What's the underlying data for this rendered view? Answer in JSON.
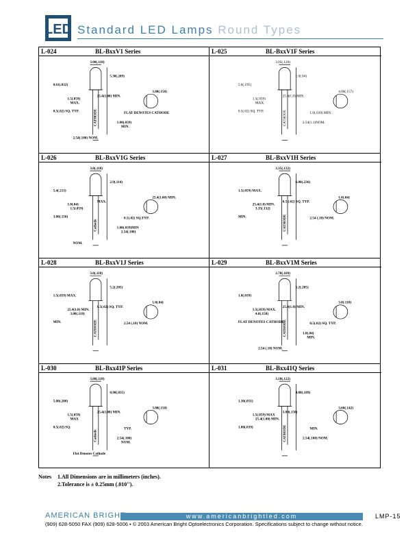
{
  "header": {
    "logo_text": "LED",
    "title_main": "Standard LED Lamps",
    "title_sub": "Round Types"
  },
  "cells": [
    {
      "code": "L-024",
      "series": "BL-BxxV1 Series",
      "dims": [
        "3.00(.118)",
        "5.30(.209)",
        "0.61(.032)",
        "1.5(.059)",
        "MAX.",
        "25.4(1.00) MIN.",
        "3.80(.150)",
        "0.5(.02) SQ. TYP.",
        "FLAT DENOTES CATHODE",
        "1.00(.039)",
        "MIN.",
        "2.54(.100) NOM.",
        "CATHODE"
      ]
    },
    {
      "code": "L-025",
      "series": "BL-BxxV1F Series",
      "dims": [
        "3.05(.120)",
        "1.0(.04)",
        "5.0(.195)",
        "1.5(.059)",
        "MAX.",
        "25.4(1.0) MIN.",
        "4.00(.157)",
        "0.5(.02) SQ. TYP.",
        "1.0(.039) MIN.",
        "2.54(1.1)NOM.",
        "CATHODE"
      ]
    },
    {
      "code": "L-026",
      "series": "BL-BxxV1G Series",
      "dims": [
        "3.0(.118)",
        "2.9(.114)",
        "5.4(.213)",
        "1.0(.04)",
        "1.5(.059)",
        "MAX.",
        "25.4(1.00) MIN.",
        "3.80(.150)",
        "0.5(.02) SQ.TYP.",
        "1.00(.039)MIN",
        "2.54(.100)",
        "NOM.",
        "Cathode"
      ]
    },
    {
      "code": "L-027",
      "series": "BL-BxxV1H Series",
      "dims": [
        "3.35(.132)",
        "6.00(.236)",
        "1.5(.059) MAX.",
        "25.4(1.0) MIN.",
        "3.35(.132)",
        "0.5 (.02) SQ. TYP.",
        "1.0(.04)",
        "MIN.",
        "2.54 (.10) NOM.",
        "CATHODE"
      ]
    },
    {
      "code": "L-028",
      "series": "BL-BxxV1J Series",
      "dims": [
        "3.0(.118)",
        "5.2(.205)",
        "1.5(.059) MAX.",
        "25.4(1.0) MIN.",
        "3.00(.118)",
        "0.5(.02) SQ. TYP.",
        "1.0(.04)",
        "MIN.",
        "2.54 (.10) NOM.",
        "CATHODE"
      ]
    },
    {
      "code": "L-029",
      "series": "BL-BxxV1M Series",
      "dims": [
        "2.78(.109)",
        "5.2(.205)",
        "1.0(.039)",
        "1.5(.059) MAX.",
        "4.0(.158)",
        "25.4(1.0) MIN.",
        "3.0(.118)",
        "FLAT DENOTES CATHODE",
        "0.5(.02) SQ. TYP.",
        "1.0(.04)",
        "MIN.",
        "2.54 (.10) NOM.",
        "CATHODE"
      ]
    },
    {
      "code": "L-030",
      "series": "BL-Bxx41P Series",
      "dims": [
        "3.00(.118)",
        "0.90(.035)",
        "5.00(.200)",
        "1.5(.059)",
        "MAX",
        "25.4(1.00) MIN.",
        "3.80(.150)",
        "0.5(.02) SQ.",
        "TYP.",
        "2.54(.100)",
        "NOM.",
        "Flat Denotes Cathode",
        "Cathode"
      ]
    },
    {
      "code": "L-031",
      "series": "BL-Bxx41Q Series",
      "dims": [
        "3.10(.122)",
        "4.80(.189)",
        "1.30(.051)",
        "1.5(.059) MAX",
        "25.4(1.00) MIN.",
        "3.80(.150)",
        "3.60(.142)",
        "1.00(.039)",
        "MIN.",
        "2.54(.100) NOM.",
        "CATHODE"
      ]
    }
  ],
  "notes": {
    "label": "Notes",
    "n1": "1.All Dimensions are in millimeters (inches).",
    "n2": "2.Tolerance is ± 0.25mm (.010\")."
  },
  "footer": {
    "company": "AMERICAN BRIGHT",
    "url": "www.americanbrightled.com",
    "page": "LMP-15",
    "contact": "(909) 628-5050  FAX (909) 628-5006 • © 2003 American Bright Optoelectronics Corporation. Specifications subject to change without notice."
  }
}
